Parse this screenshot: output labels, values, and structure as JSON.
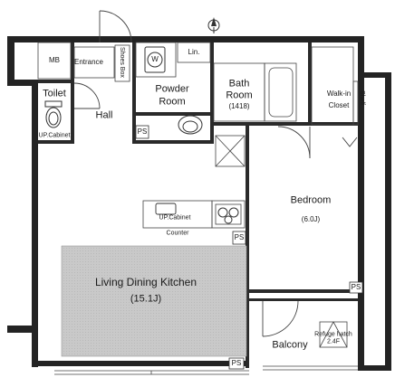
{
  "compass": {
    "north_label": "N"
  },
  "rooms": {
    "mb": "MB",
    "entrance": "Entrance",
    "shoes_box": "Shoes Box",
    "washer": "W",
    "linen": "Lin.",
    "toilet": "Toilet",
    "up_cabinet_toilet": "UP.Cabinet",
    "hall": "Hall",
    "powder_room_line1": "Powder",
    "powder_room_line2": "Room",
    "bath_room_line1": "Bath",
    "bath_room_line2": "Room",
    "bath_room_size": "(1418)",
    "walk_in_closet_line1": "Walk-in",
    "walk_in_closet_line2": "Closet",
    "shelf": "Shelf",
    "bedroom": "Bedroom",
    "bedroom_size": "(6.0J)",
    "up_cabinet_kitchen": "UP.Cabinet",
    "counter": "Counter",
    "ldk": "Living Dining Kitchen",
    "ldk_size": "(15.1J)",
    "balcony": "Balcony",
    "refuge_hatch_line1": "Refuge hatch",
    "refuge_hatch_line2": "2.4F"
  },
  "pipe_spaces": [
    "PS",
    "PS",
    "PS",
    "PS"
  ],
  "colors": {
    "wall": "#222222",
    "hatch_fill": "#c8c8c8",
    "line": "#333333"
  }
}
